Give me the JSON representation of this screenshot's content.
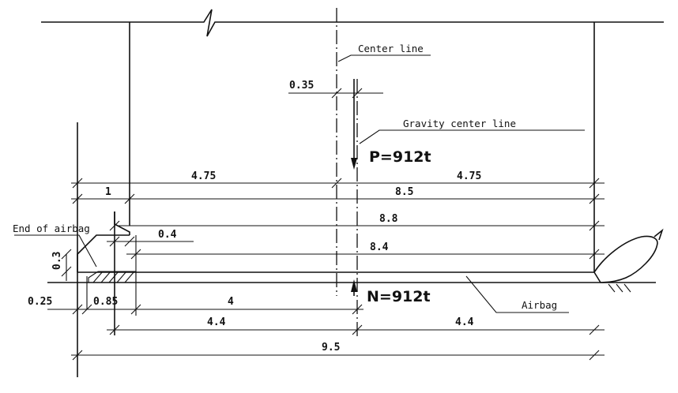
{
  "labels": {
    "center_line": "Center line",
    "gravity_center_line": "Gravity center line",
    "end_of_airbag": "End of airbag",
    "airbag": "Airbag",
    "load_p": "P=912t",
    "reaction_n": "N=912t"
  },
  "dimensions": {
    "offset_035": "0.35",
    "half_left_475": "4.75",
    "half_right_475": "4.75",
    "d_1": "1",
    "d_85": "8.5",
    "d_88": "8.8",
    "d_04": "0.4",
    "d_84": "8.4",
    "d_03": "0.3",
    "d_025": "0.25",
    "d_085": "0.85",
    "d_4": "4",
    "half_left_44": "4.4",
    "half_right_44": "4.4",
    "total_95": "9.5"
  }
}
